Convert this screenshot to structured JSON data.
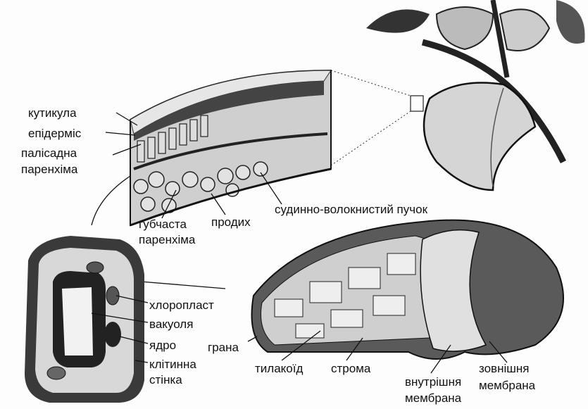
{
  "leaf_section": {
    "cuticle": "кутикула",
    "epidermis": "епідерміс",
    "palisade": [
      "палісадна",
      "паренхіма"
    ],
    "spongy": [
      "губчаста",
      "паренхіма"
    ],
    "stoma": "продих",
    "vascular_bundle": "судинно-волокнистий пучок"
  },
  "cell": {
    "chloroplast": "хлоропласт",
    "vacuole": "вакуоля",
    "nucleus": "ядро",
    "cell_wall": [
      "клітинна",
      "стінка"
    ]
  },
  "chloroplast": {
    "granum": "грана",
    "thylakoid": "тилакоїд",
    "stroma": "строма",
    "inner_membrane": [
      "внутрішня",
      "мембрана"
    ],
    "outer_membrane": [
      "зовнішня",
      "мембрана"
    ]
  }
}
